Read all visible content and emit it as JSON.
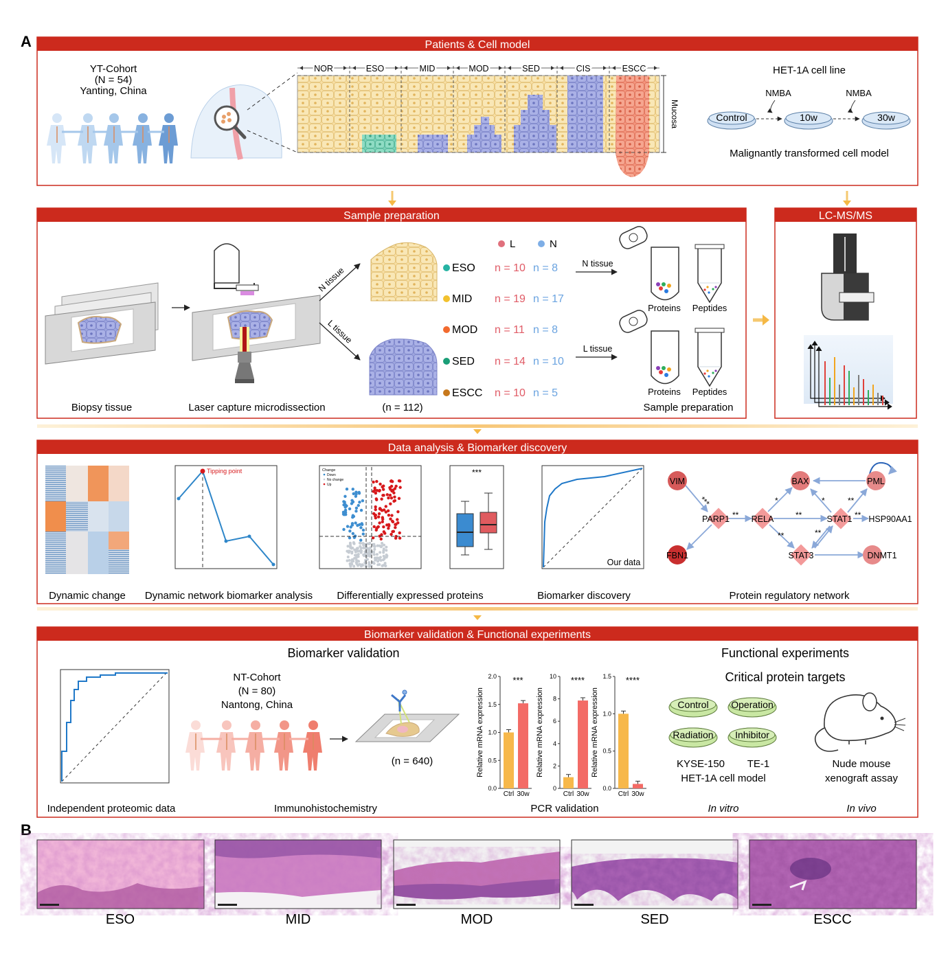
{
  "panel_labels": {
    "a": "A",
    "b": "B"
  },
  "patients": {
    "header": "Patients & Cell model",
    "cohort": [
      "YT-Cohort",
      "(N = 54)",
      "Yanting, China"
    ],
    "stages": [
      "NOR",
      "ESO",
      "MID",
      "MOD",
      "SED",
      "CIS",
      "ESCC"
    ],
    "mucosa": "Mucosa",
    "cell_line": "HET-1A cell line",
    "agent": "NMBA",
    "dishes": [
      "Control",
      "10w",
      "30w"
    ],
    "model_caption": "Malignantly transformed cell model"
  },
  "sample": {
    "header": "Sample preparation",
    "legend": {
      "l": "L",
      "n": "N"
    },
    "n_tissue": "N tissue",
    "l_tissue": "L tissue",
    "groups": [
      {
        "name": "ESO",
        "l": "n = 10",
        "n": "n = 8",
        "color": "#26b3a3"
      },
      {
        "name": "MID",
        "l": "n = 19",
        "n": "n = 17",
        "color": "#f2c12e"
      },
      {
        "name": "MOD",
        "l": "n = 11",
        "n": "n = 8",
        "color": "#f26a2e"
      },
      {
        "name": "SED",
        "l": "n = 14",
        "n": "n = 10",
        "color": "#1a9e77"
      },
      {
        "name": "ESCC",
        "l": "n = 10",
        "n": "n = 5",
        "color": "#c7781c"
      }
    ],
    "total": "(n = 112)",
    "proteins": "Proteins",
    "peptides": "Peptides",
    "captions": [
      "Biopsy tissue",
      "Laser capture microdissection",
      "Sample preparation"
    ]
  },
  "lcms": {
    "header": "LC-MS/MS"
  },
  "analysis": {
    "header": "Data analysis & Biomarker discovery",
    "tipping": "Tipping point",
    "volcano_legend": [
      "Change",
      "Down",
      "No change",
      "Up"
    ],
    "sig": "***",
    "our_data": "Our data",
    "network": {
      "nodes": [
        "VIM",
        "FBN1",
        "PARP1",
        "RELA",
        "BAX",
        "PML",
        "STAT1",
        "HSP90AA1",
        "STAT3",
        "DNMT1"
      ],
      "edge_labels": [
        "***",
        "**",
        "*",
        "*",
        "**",
        "**",
        "**",
        "**",
        "**"
      ]
    },
    "captions": [
      "Dynamic change",
      "Dynamic network biomarker analysis",
      "Differentially expressed proteins",
      "Biomarker discovery",
      "Protein regulatory network"
    ]
  },
  "validation": {
    "header": "Biomarker validation & Functional experiments",
    "title_left": "Biomarker validation",
    "cohort": [
      "NT-Cohort",
      "(N = 80)",
      "Nantong, China"
    ],
    "ihc_n": "(n = 640)",
    "pcr": {
      "ylabel": "Relative mRNA expression",
      "categories": [
        "Ctrl",
        "30w"
      ],
      "charts": [
        {
          "ticks": [
            "0.0",
            "0.5",
            "1.0",
            "1.5",
            "2.0"
          ],
          "values": [
            1.0,
            1.52
          ],
          "ymax": 2.0,
          "sig": "***"
        },
        {
          "ticks": [
            "0",
            "2",
            "4",
            "6",
            "8",
            "10"
          ],
          "values": [
            1.0,
            7.85
          ],
          "ymax": 10,
          "sig": "****"
        },
        {
          "ticks": [
            "0.0",
            "0.5",
            "1.0",
            "1.5"
          ],
          "values": [
            1.0,
            0.06
          ],
          "ymax": 1.5,
          "sig": "****"
        }
      ]
    },
    "func_title": "Functional experiments",
    "func_sub": "Critical protein targets",
    "dishes": [
      "Control",
      "Operation",
      "Radiation",
      "Inhibitor"
    ],
    "cell_models": [
      "KYSE-150",
      "TE-1",
      "HET-1A cell model"
    ],
    "mouse": [
      "Nude mouse",
      "xenograft assay"
    ],
    "in_vitro": "In vitro",
    "in_vivo": "In vivo",
    "captions": [
      "Independent proteomic data",
      "Immunohistochemistry",
      "PCR validation"
    ]
  },
  "histology": {
    "labels": [
      "ESO",
      "MID",
      "MOD",
      "SED",
      "ESCC"
    ]
  }
}
